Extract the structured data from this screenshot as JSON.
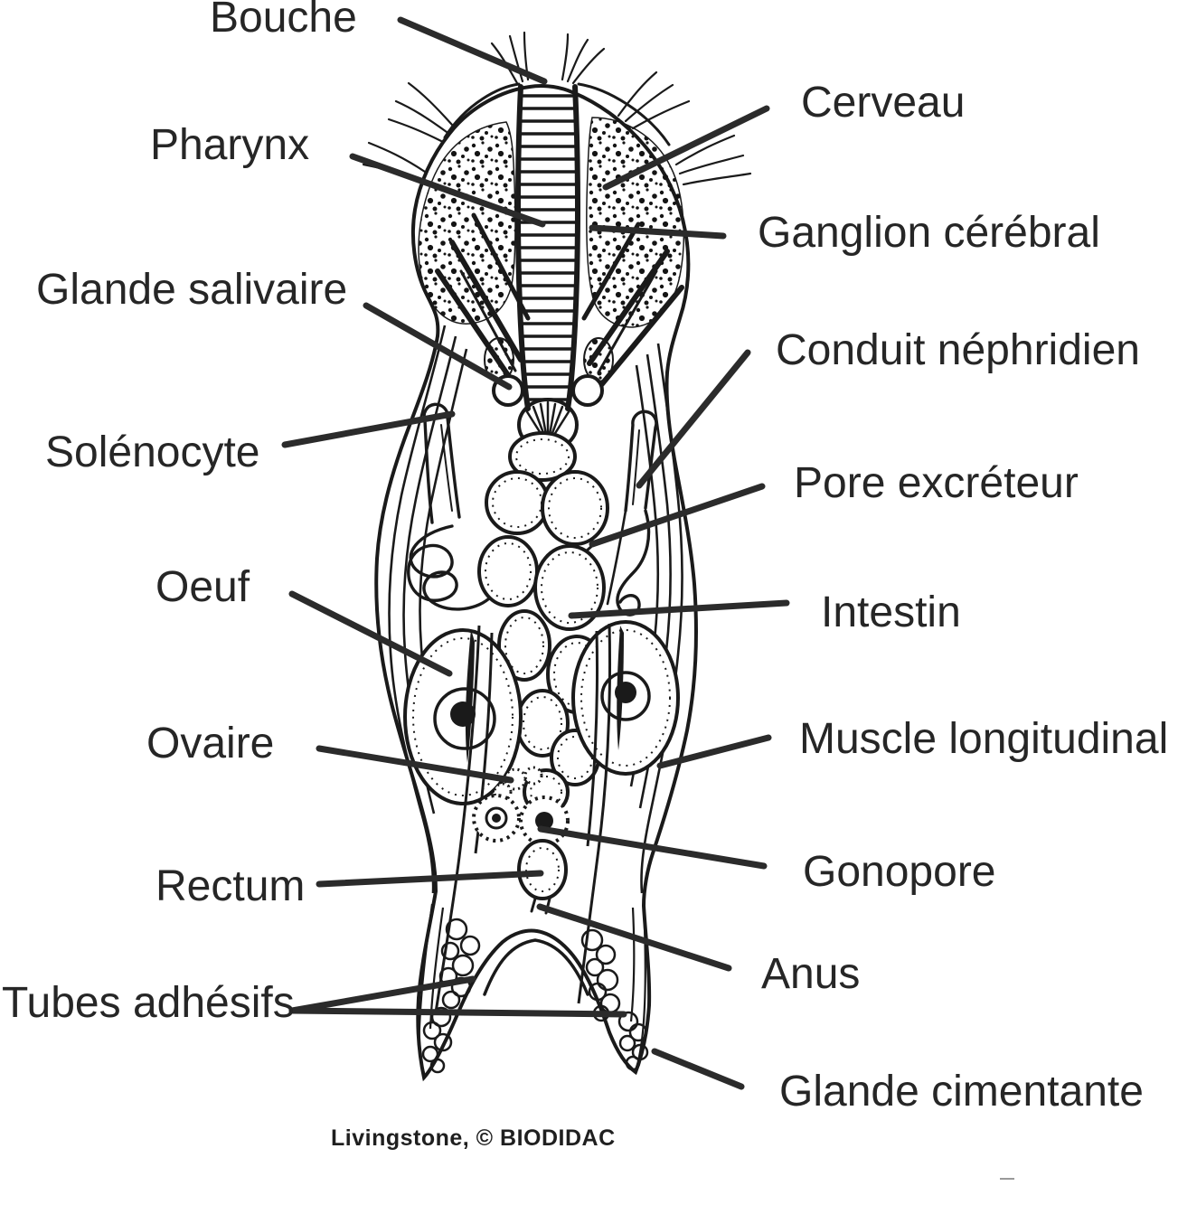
{
  "labels": {
    "bouche": "Bouche",
    "cerveau": "Cerveau",
    "pharynx": "Pharynx",
    "ganglion_cerebral": "Ganglion cérébral",
    "glande_salivaire": "Glande salivaire",
    "conduit_nephridien": "Conduit néphridien",
    "solenocyte": "Solénocyte",
    "pore_excreteur": "Pore excréteur",
    "oeuf": "Oeuf",
    "intestin": "Intestin",
    "ovaire": "Ovaire",
    "muscle_longitudinal": "Muscle longitudinal",
    "rectum": "Rectum",
    "gonopore": "Gonopore",
    "anus": "Anus",
    "tubes_adhesifs": "Tubes adhésifs",
    "glande_cimentante": "Glande cimentante"
  },
  "credit": "Livingstone, © BIODIDAC",
  "colors": {
    "ink": "#1a1a1a",
    "leader_line": "#2b2b2b",
    "label_text": "#262626",
    "background": "#ffffff"
  }
}
